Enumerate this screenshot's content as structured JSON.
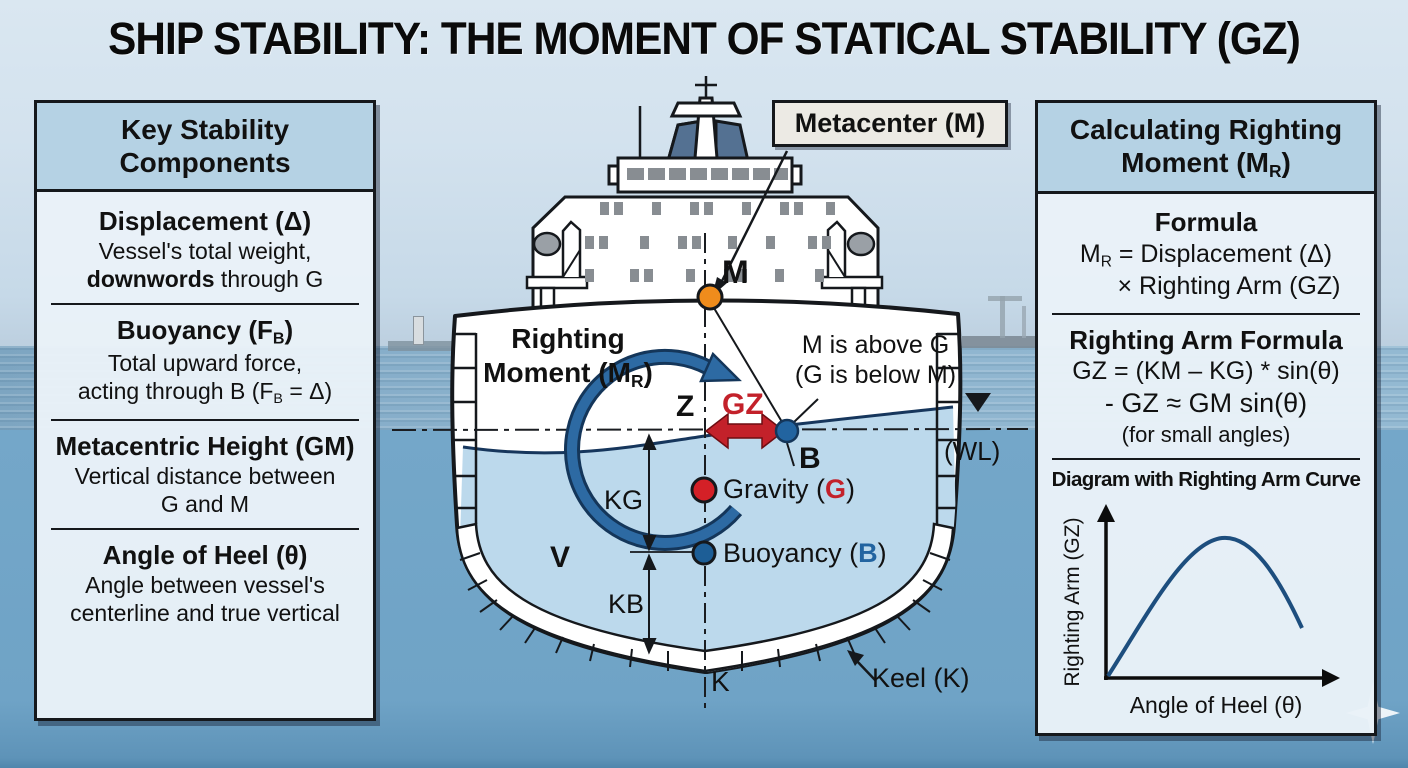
{
  "title": "SHIP STABILITY: THE MOMENT OF STATICAL STABILITY (GZ)",
  "left_panel": {
    "header": {
      "line1": "Key Stability",
      "line2": "Components"
    },
    "displacement": {
      "title": "Displacement (Δ)",
      "line1": "Vessel's total weight,",
      "line2_bold": "downwords",
      "line2_rest": " through G"
    },
    "buoyancy": {
      "t1": "Buoyancy (F",
      "t_sub": "B",
      "t2": ")",
      "line1": "Total upward force,",
      "l2a": "acting through B (F",
      "l2_sub": "B",
      "l2b": " = Δ)"
    },
    "gm": {
      "title": "Metacentric Height (GM)",
      "line1": "Vertical distance between",
      "line2": "G and M"
    },
    "heel": {
      "title": "Angle of Heel (θ)",
      "line1": "Angle between vessel's",
      "line2": "centerline and true vertical"
    }
  },
  "right_panel": {
    "header": {
      "line1": "Calculating Righting",
      "l2a": "Moment (M",
      "l2_sub": "R",
      "l2b": ")"
    },
    "formula": {
      "title": "Formula",
      "l1a": "M",
      "l1_sub": "R",
      "l1b": " = Displacement (Δ)",
      "line2": "× Righting Arm (GZ)"
    },
    "ra": {
      "title": "Righting Arm Formula",
      "line1": "GZ = (KM – KG) * sin(θ)",
      "line2": "- GZ ≈ GM sin(θ)",
      "line3": "(for small angles)"
    },
    "diagram": {
      "title": "Diagram with Righting Arm Curve",
      "ylabel": "Righting Arm (GZ)",
      "xlabel": "Angle of Heel (θ)"
    }
  },
  "ship": {
    "metacenter_label": "Metacenter (M)",
    "m": "M",
    "z": "Z",
    "gz": "GZ",
    "b": "B",
    "k": "K",
    "v": "V",
    "kg": "KG",
    "kb": "KB",
    "righting_moment": {
      "line1": "Righting",
      "l2a": "Moment (M",
      "l2_sub": "R",
      "l2b": ")"
    },
    "m_above": {
      "line1": "M is above G",
      "line2": "(G is below M)"
    },
    "gravity": {
      "pre": "Gravity (",
      "letter": "G",
      "post": ")"
    },
    "buoyancy_pt": {
      "pre": "Buoyancy (",
      "letter": "B",
      "post": ")"
    },
    "keel": "Keel (K)",
    "wl": "(WL)"
  },
  "colors": {
    "metacenter_dot": "#ef8c1c",
    "gravity_dot": "#d42027",
    "buoyancy_dot": "#1d5e96",
    "gz_arrow": "#c3212a",
    "rotation_arrow": "#2d6aa3",
    "water_fill": "#bcd9ec",
    "sea": "#6fa3c6",
    "panel_header": "#b5d2e4",
    "panel_body": "#e9f2f8"
  },
  "chart_data": {
    "type": "line",
    "title": "Diagram with Righting Arm Curve",
    "xlabel": "Angle of Heel (θ)",
    "ylabel": "Righting Arm (GZ)",
    "x_normalized": [
      0,
      0.15,
      0.3,
      0.45,
      0.57,
      0.7,
      0.85,
      1.0
    ],
    "y_normalized": [
      0,
      0.35,
      0.68,
      0.92,
      1.0,
      0.93,
      0.65,
      0.3
    ],
    "note": "qualitative curve, no numeric ticks shown; rises from origin, peaks near mid-range of heel angle, then declines",
    "legend": [],
    "grid": false
  }
}
